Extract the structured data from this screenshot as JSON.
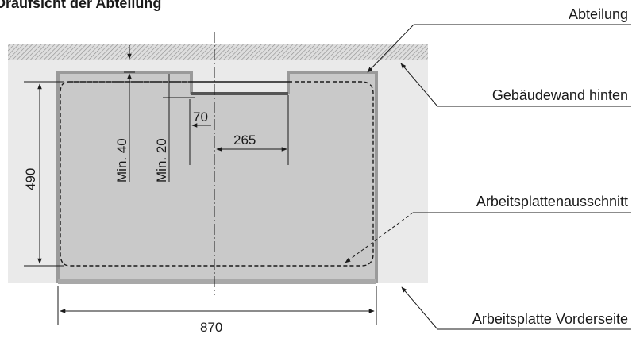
{
  "title": "Draufsicht der Abteilung",
  "labels": {
    "compartment": "Abteilung",
    "rear_wall": "Gebäudewand hinten",
    "cutout": "Arbeitsplattenausschnitt",
    "front_edge": "Arbeitsplatte Vorderseite"
  },
  "dimensions": {
    "min40": "Min. 40",
    "min20": "Min. 20",
    "d70": "70",
    "d265": "265",
    "d490": "490",
    "d870": "870"
  },
  "colors": {
    "worktop": "#eaeaea",
    "wall_hatch": "#d9d9d9",
    "compartment_fill": "#c9c9c9",
    "compartment_border": "#9a9a9a",
    "lines": "#1a1a1a"
  }
}
